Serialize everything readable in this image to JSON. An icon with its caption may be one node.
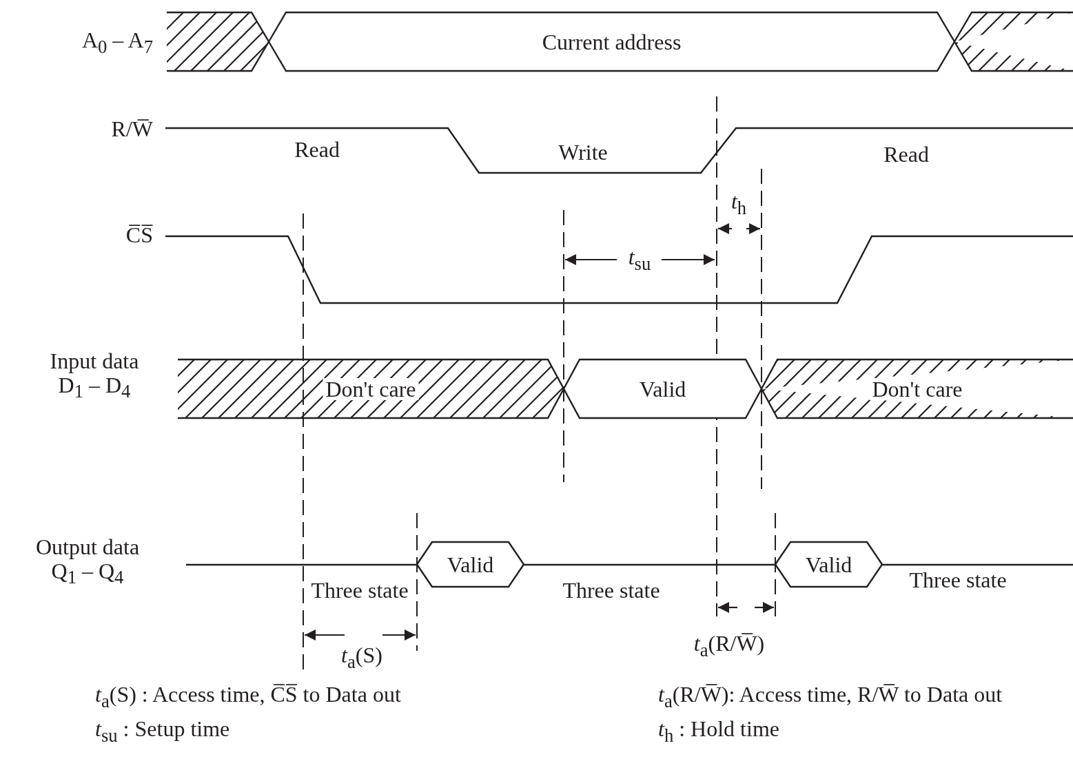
{
  "diagram": {
    "nodes": [
      {
        "text": [],
        "shape": "bar"
      },
      {
        "text": [
          "Current address"
        ]
      },
      {
        "text": [],
        "shape": "bar"
      },
      {
        "text": [
          "Don't care"
        ]
      },
      {
        "text": [
          "Valid"
        ]
      },
      {
        "text": [
          "Don't care"
        ]
      },
      {
        "text": [
          "Valid"
        ]
      },
      {
        "text": [
          "Valid"
        ]
      }
    ],
    "labels": [
      "A$_{0}$ – A$_{7}$",
      "R/W̅",
      "Read",
      "Write",
      "Read",
      "*t*$_{h}$",
      "C̅S̅",
      "*t*$_{su}$",
      "Input data D$_{1}$ – D$_{4}$",
      "Output data Q$_{1}$ – Q$_{4}$",
      "Three state",
      "Three state",
      "Three state",
      "*t*$_{a}$(S)",
      "*t*$_{a}$(R/W̅)",
      "*t*$_{a}$(S) : Access time, C̅S̅ to Data out",
      "*t*$_{a}$(R/W̅): Access time, R/W̅ to Data out",
      "*t*$_{su}$ : Setup time",
      "*t*$_{h}$ : Hold time"
    ]
  }
}
